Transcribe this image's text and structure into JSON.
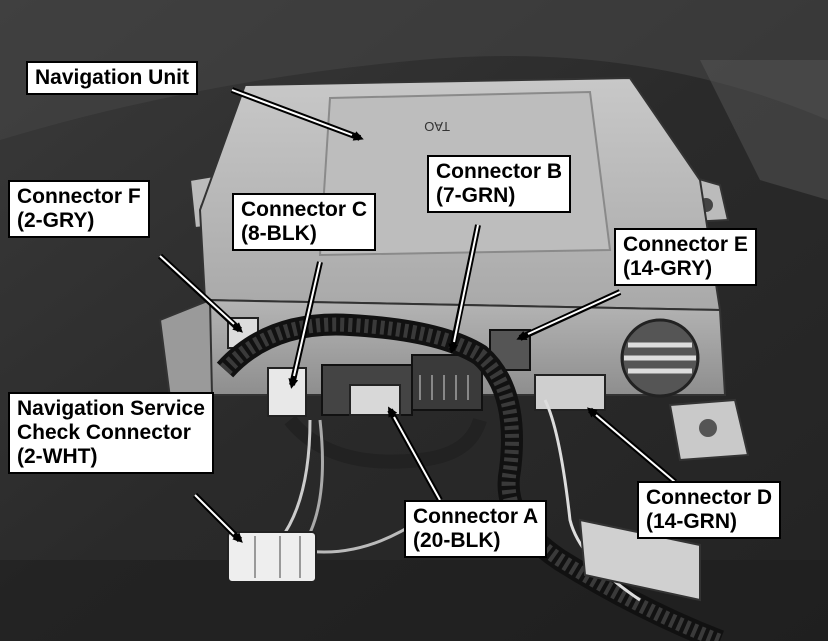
{
  "image": {
    "style": "grayscale photograph",
    "subject_icon": "car-navigation-unit"
  },
  "callouts": {
    "navigation_unit": {
      "lines": [
        "Navigation Unit"
      ]
    },
    "connector_f": {
      "lines": [
        "Connector F",
        "(2-GRY)"
      ]
    },
    "connector_c": {
      "lines": [
        "Connector C",
        "(8-BLK)"
      ]
    },
    "connector_b": {
      "lines": [
        "Connector B",
        "(7-GRN)"
      ]
    },
    "connector_e": {
      "lines": [
        "Connector E",
        "(14-GRY)"
      ]
    },
    "service_check": {
      "lines": [
        "Navigation Service",
        "Check Connector",
        "(2-WHT)"
      ]
    },
    "connector_a": {
      "lines": [
        "Connector A",
        "(20-BLK)"
      ]
    },
    "connector_d": {
      "lines": [
        "Connector D",
        "(14-GRN)"
      ]
    }
  },
  "unit_label": "TAO"
}
